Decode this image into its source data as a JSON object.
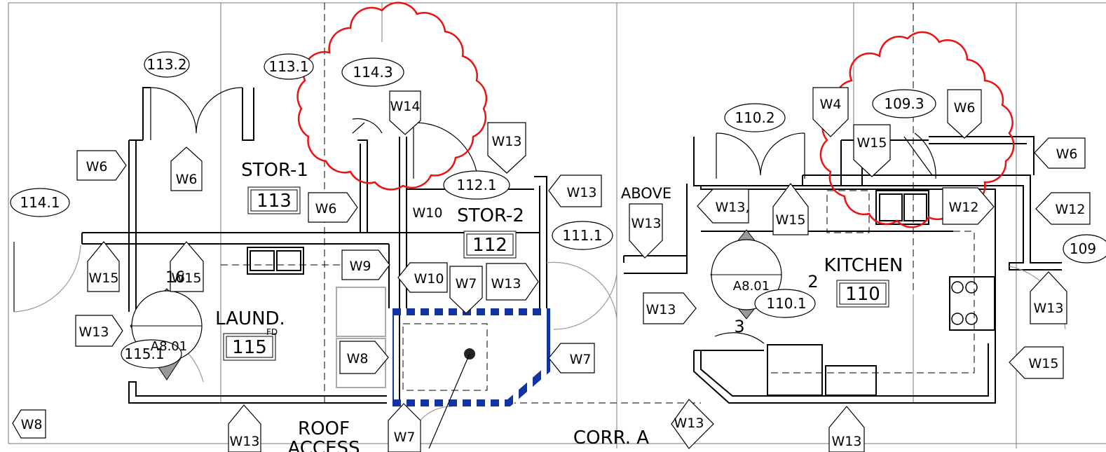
{
  "rooms": {
    "stor1": {
      "name": "STOR-1",
      "number": "113"
    },
    "stor2": {
      "name": "STOR-2",
      "number": "112"
    },
    "laund": {
      "name": "LAUND.",
      "number": "115"
    },
    "kitchen": {
      "name": "KITCHEN",
      "number": "110"
    },
    "roof": {
      "name": "ROOF"
    },
    "roof2": {
      "name": "ACCESS"
    },
    "corr": {
      "name": "CORR. A"
    }
  },
  "doors": {
    "d113_2": "113.2",
    "d113_1": "113.1",
    "d114_3": "114.3",
    "d114_1": "114.1",
    "d112_1": "112.1",
    "d111_1": "111.1",
    "d110_2": "110.2",
    "d109_3": "109.3",
    "d109": "109",
    "d110_1": "110.1",
    "d115_1": "115.1"
  },
  "tags": {
    "w6": "W6",
    "w14": "W14",
    "w13": "W13",
    "w10": "W10",
    "w7": "W7",
    "w9": "W9",
    "w8": "W8",
    "w15": "W15",
    "w12": "W12",
    "w4": "W4",
    "w13c": "W13,"
  },
  "sections": {
    "a801": "A8.01",
    "s2": "2",
    "s3": "3"
  },
  "notes": {
    "above": "ABOVE",
    "n16": "16",
    "fd": "FD"
  }
}
